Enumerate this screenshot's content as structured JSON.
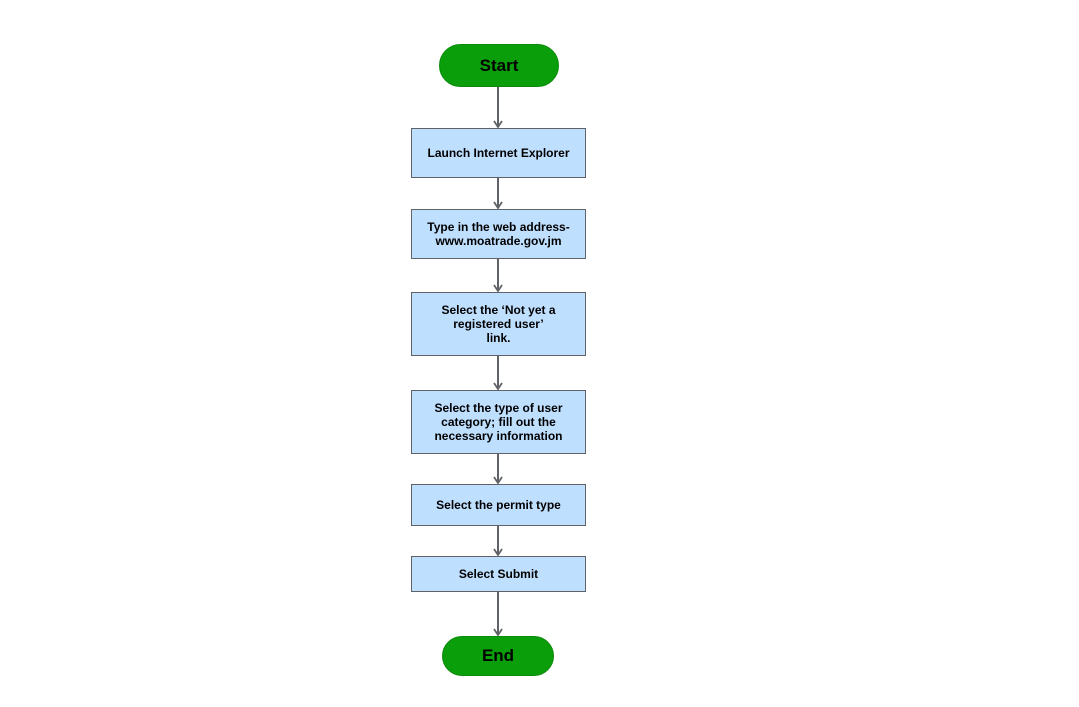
{
  "colors": {
    "terminal_fill": "#0b9e0b",
    "process_fill": "#bfdfff",
    "process_border": "#5f6368",
    "connector": "#5f6368"
  },
  "flowchart": {
    "start": {
      "label": "Start"
    },
    "steps": [
      {
        "label": "Launch Internet Explorer"
      },
      {
        "label": "Type in the web address-\nwww.moatrade.gov.jm"
      },
      {
        "label": "Select the ‘Not yet a\nregistered user’\nlink."
      },
      {
        "label": "Select the type of user\ncategory; fill out the\nnecessary information"
      },
      {
        "label": "Select the permit type"
      },
      {
        "label": "Select Submit"
      }
    ],
    "end": {
      "label": "End"
    }
  }
}
